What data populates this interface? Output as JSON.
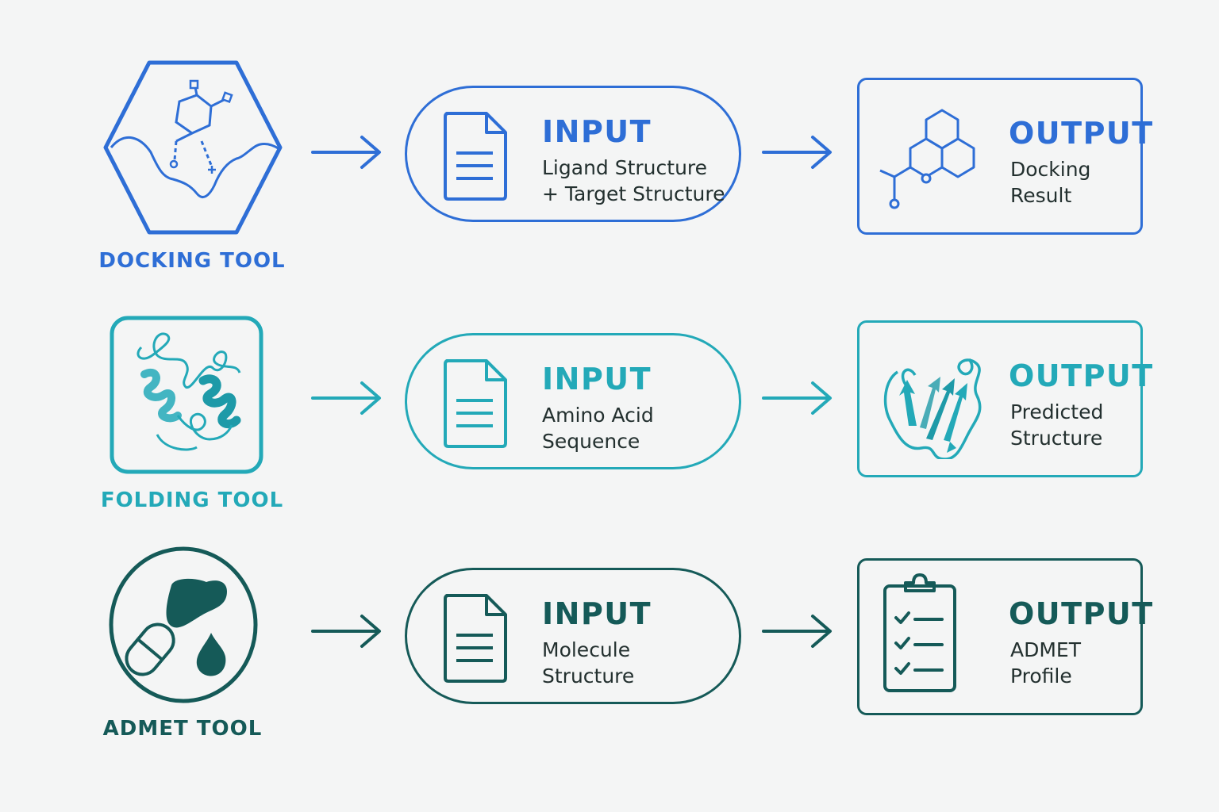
{
  "colors": {
    "docking": "#2e6ed6",
    "folding": "#23a9b8",
    "admet": "#155a58",
    "background": "#f4f5f5",
    "text": "#23302f"
  },
  "rows": [
    {
      "tool_label": "DOCKING TOOL",
      "tool_icon": "docking-icon",
      "input": {
        "heading": "INPUT",
        "lines": [
          "Ligand Structure",
          "+ Target Structure"
        ]
      },
      "output": {
        "heading": "OUTPUT",
        "lines": [
          "Docking",
          "Result"
        ],
        "icon": "molecule-icon"
      }
    },
    {
      "tool_label": "FOLDING TOOL",
      "tool_icon": "protein-ribbon-icon",
      "input": {
        "heading": "INPUT",
        "lines": [
          "Amino Acid",
          "Sequence"
        ]
      },
      "output": {
        "heading": "OUTPUT",
        "lines": [
          "Predicted",
          "Structure"
        ],
        "icon": "beta-sheet-icon"
      }
    },
    {
      "tool_label": "ADMET TOOL",
      "tool_icon": "admet-icon",
      "input": {
        "heading": "INPUT",
        "lines": [
          "Molecule",
          "Structure"
        ]
      },
      "output": {
        "heading": "OUTPUT",
        "lines": [
          "ADMET",
          "Profile"
        ],
        "icon": "clipboard-checklist-icon"
      }
    }
  ]
}
